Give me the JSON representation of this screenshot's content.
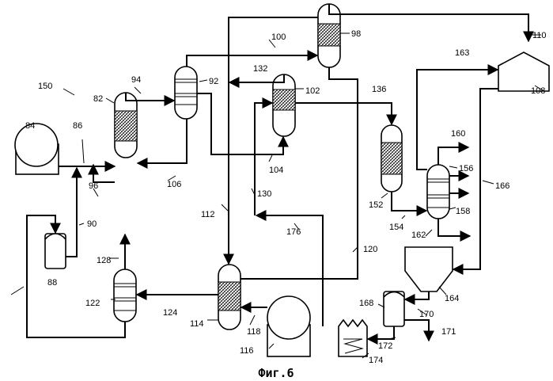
{
  "caption": "Фиг.6",
  "labels": {
    "l150": "150",
    "l84": "84",
    "l86": "86",
    "l82": "82",
    "l94": "94",
    "l92": "92",
    "l100": "100",
    "l98": "98",
    "l110": "110",
    "l132": "132",
    "l102": "102",
    "l136": "136",
    "l163": "163",
    "l108": "108",
    "l96": "96",
    "l106": "106",
    "l104": "104",
    "l130": "130",
    "l112": "112",
    "l176": "176",
    "l90": "90",
    "l88": "88",
    "l128": "128",
    "l122": "122",
    "l124": "124",
    "l114": "114",
    "l118": "118",
    "l116": "116",
    "l120": "120",
    "l152": "152",
    "l154": "154",
    "l156": "156",
    "l158": "158",
    "l160": "160",
    "l162": "162",
    "l166": "166",
    "l164": "164",
    "l168": "168",
    "l170": "170",
    "l171": "171",
    "l172": "172",
    "l174": "174"
  }
}
